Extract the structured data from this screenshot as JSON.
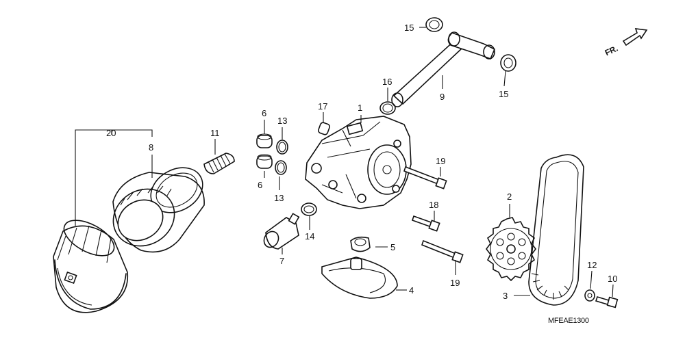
{
  "diagram": {
    "code": "MFEAE1300",
    "direction_label": "FR.",
    "callouts": {
      "c1": "1",
      "c2": "2",
      "c3": "3",
      "c4": "4",
      "c5": "5",
      "c6a": "6",
      "c6b": "6",
      "c7": "7",
      "c8": "8",
      "c9": "9",
      "c10": "10",
      "c11": "11",
      "c12": "12",
      "c13a": "13",
      "c13b": "13",
      "c14": "14",
      "c15a": "15",
      "c15b": "15",
      "c16": "16",
      "c17": "17",
      "c18": "18",
      "c19a": "19",
      "c19b": "19",
      "c20": "20"
    }
  }
}
